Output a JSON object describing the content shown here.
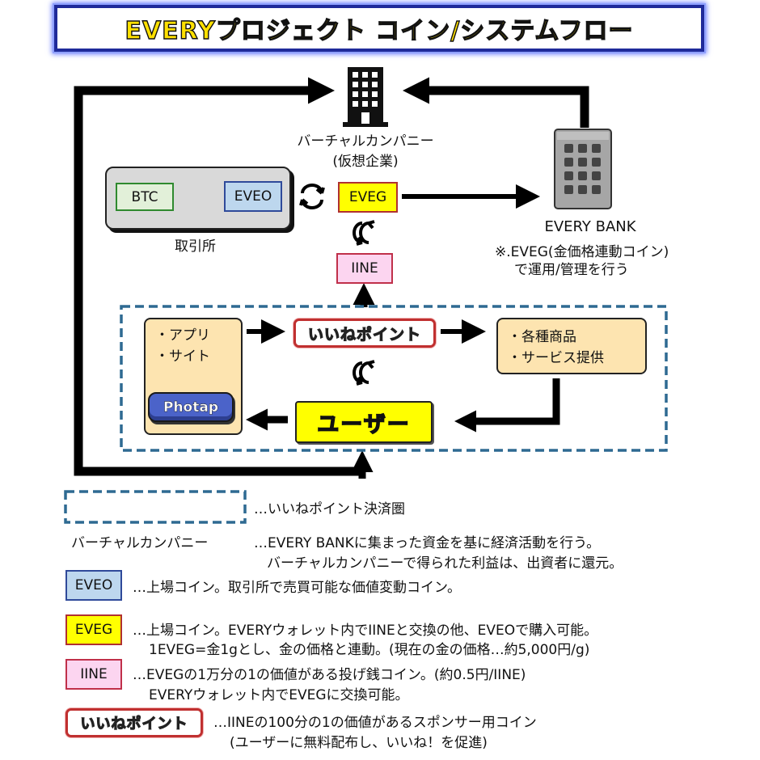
{
  "title": "EVERYプロジェクト コイン/システムフロー",
  "diagram": {
    "virtual_company": {
      "label_line1": "バーチャルカンパニー",
      "label_line2": "(仮想企業)",
      "icon": "office-building-icon"
    },
    "exchange": {
      "label": "取引所",
      "btc": "BTC",
      "eveo": "EVEO"
    },
    "eveg": "EVEG",
    "iine": "IINE",
    "every_bank": {
      "name": "EVERY BANK",
      "note_line1": "※.EVEG(金価格連動コイン)",
      "note_line2": "で運用/管理を行う",
      "icon": "bank-building-icon"
    },
    "app_box": {
      "line1": "・アプリ",
      "line2": "・サイト",
      "photap": "Photap"
    },
    "iine_point": "いいねポイント",
    "products_box": {
      "line1": "・各種商品",
      "line2": "・サービス提供"
    },
    "user": "ユーザー"
  },
  "legend": {
    "zone": {
      "desc": "…いいねポイント決済圏"
    },
    "virtual_company": {
      "term": "バーチャルカンパニー",
      "line1": "…EVERY BANKに集まった資金を基に経済活動を行う。",
      "line2": "バーチャルカンパニーで得られた利益は、出資者に還元。"
    },
    "eveo": {
      "term": "EVEO",
      "line1": "…上場コイン。取引所で売買可能な価値変動コイン。"
    },
    "eveg": {
      "term": "EVEG",
      "line1": "…上場コイン。EVERYウォレット内でIINEと交換の他、EVEOで購入可能。",
      "line2": "1EVEG=金1gとし、金の価格と連動。(現在の金の価格…約5,000円/g)"
    },
    "iine": {
      "term": "IINE",
      "line1": "…EVEGの1万分の1の価値がある投げ銭コイン。(約0.5円/IINE)",
      "line2": "EVERYウォレット内でEVEGに交換可能。"
    },
    "iine_point": {
      "term": "いいねポイント",
      "line1": "…IINEの100分の1の価値があるスポンサー用コイン",
      "line2": "(ユーザーに無料配布し、いいね！を促進)"
    }
  },
  "colors": {
    "title_fill": "#ffe000",
    "title_border": "#1f2a9a",
    "zone_dash": "#2e6a92",
    "eveg": "#ffff00",
    "iine": "#fcd5f0",
    "eveo": "#bdd7ee",
    "btc": "#e2f0d9",
    "tan_box": "#fde4b0",
    "exchange_bg": "#d9d9d9"
  }
}
